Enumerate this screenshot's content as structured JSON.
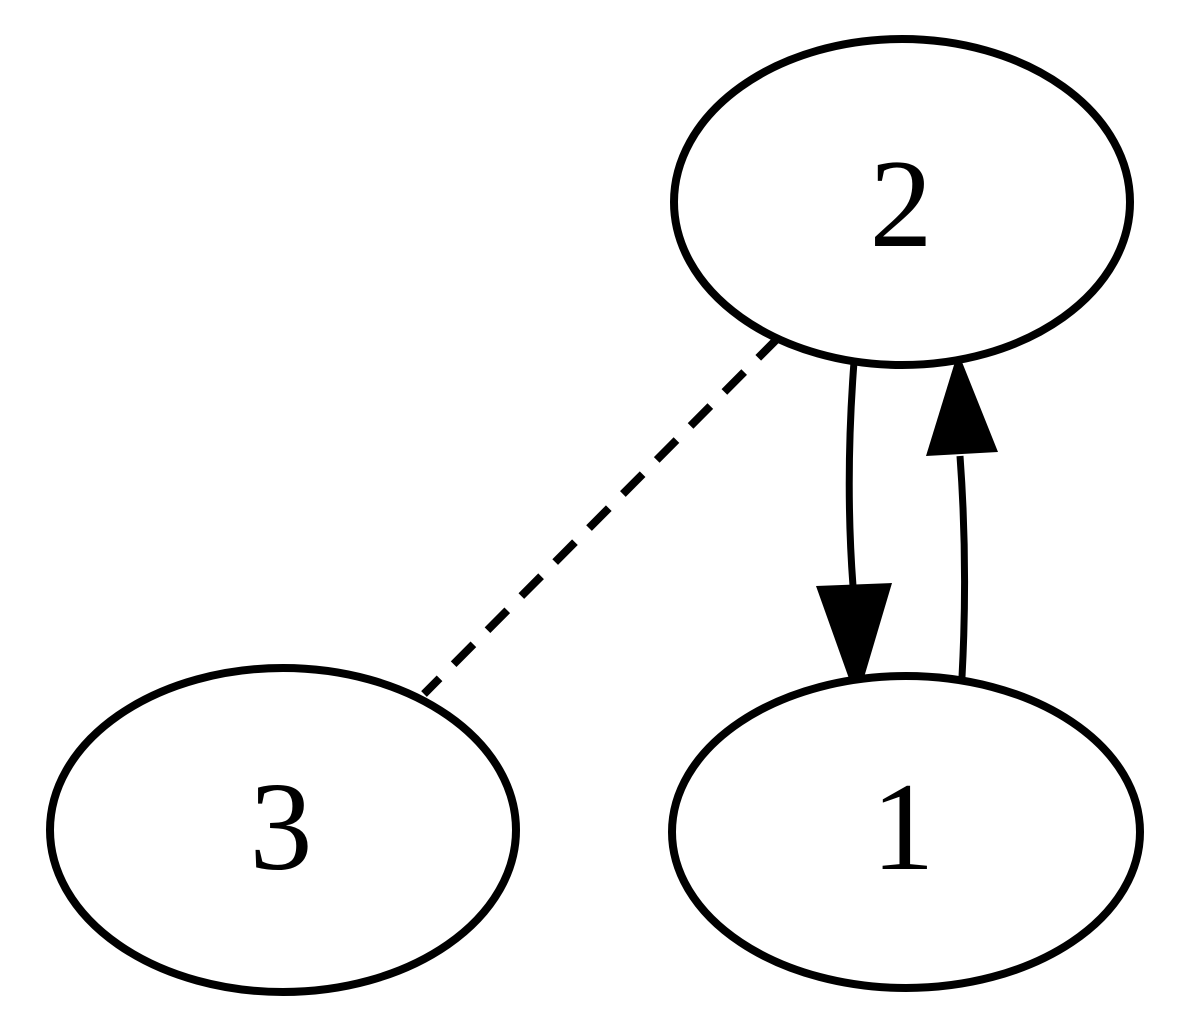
{
  "diagram": {
    "type": "graph",
    "background_color": "#ffffff",
    "stroke_color": "#000000",
    "nodes": [
      {
        "id": "2",
        "label": "2",
        "shape": "ellipse",
        "position": "top-right"
      },
      {
        "id": "3",
        "label": "3",
        "shape": "ellipse",
        "position": "bottom-left"
      },
      {
        "id": "1",
        "label": "1",
        "shape": "ellipse",
        "position": "bottom-right"
      }
    ],
    "edges": [
      {
        "from": "2",
        "to": "3",
        "style": "dashed",
        "directed": false
      },
      {
        "from": "2",
        "to": "1",
        "style": "solid",
        "directed": true,
        "arrowhead": "filled-triangle"
      },
      {
        "from": "1",
        "to": "2",
        "style": "solid",
        "directed": true,
        "arrowhead": "filled-triangle"
      }
    ]
  }
}
